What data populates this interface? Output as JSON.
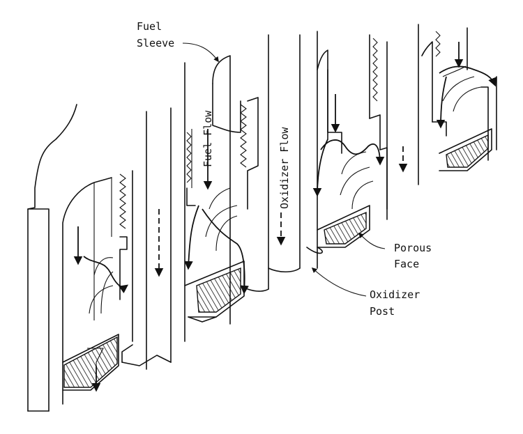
{
  "labels": {
    "fuel_sleeve_line1": "Fuel",
    "fuel_sleeve_line2": "Sleeve",
    "fuel_flow": "Fuel Flow",
    "oxidizer_flow": "Oxidizer Flow",
    "porous_face_line1": "Porous",
    "porous_face_line2": "Face",
    "oxidizer_post_line1": "Oxidizer",
    "oxidizer_post_line2": "Post"
  },
  "colors": {
    "ink": "#111111",
    "background": "#ffffff"
  }
}
